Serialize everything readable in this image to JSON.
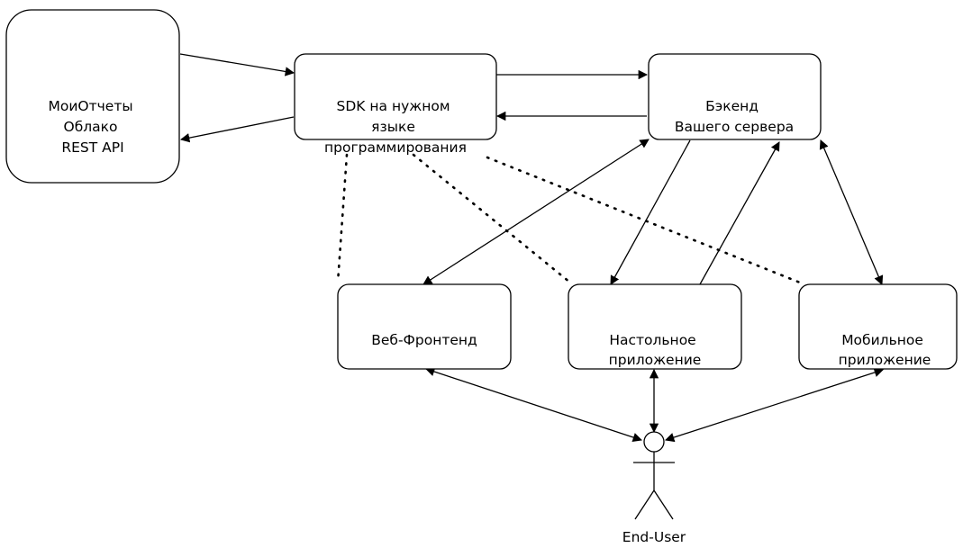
{
  "nodes": {
    "cloud": {
      "lines": [
        "МоиОтчеты",
        "Облако",
        "REST API"
      ]
    },
    "sdk": {
      "lines": [
        "SDK на нужном",
        "языке",
        "программирования"
      ]
    },
    "backend": {
      "lines": [
        "Бэкенд",
        "Вашего сервера"
      ]
    },
    "web": {
      "lines": [
        "Веб-Фронтенд"
      ]
    },
    "desktop": {
      "lines": [
        "Настольное",
        "приложение"
      ]
    },
    "mobile": {
      "lines": [
        "Мобильное",
        "приложение"
      ]
    }
  },
  "actor": {
    "label": "End-User"
  },
  "edges": [
    {
      "id": "cloud-to-sdk",
      "from": "cloud",
      "to": "sdk",
      "style": "solid",
      "arrows": "end"
    },
    {
      "id": "sdk-to-cloud",
      "from": "sdk",
      "to": "cloud",
      "style": "solid",
      "arrows": "end"
    },
    {
      "id": "sdk-to-backend",
      "from": "sdk",
      "to": "backend",
      "style": "solid",
      "arrows": "end"
    },
    {
      "id": "backend-to-sdk",
      "from": "backend",
      "to": "sdk",
      "style": "solid",
      "arrows": "end"
    },
    {
      "id": "backend-web",
      "from": "backend",
      "to": "web",
      "style": "solid",
      "arrows": "both"
    },
    {
      "id": "backend-to-desktop",
      "from": "backend",
      "to": "desktop",
      "style": "solid",
      "arrows": "end"
    },
    {
      "id": "desktop-to-backend",
      "from": "desktop",
      "to": "backend",
      "style": "solid",
      "arrows": "end"
    },
    {
      "id": "backend-mobile",
      "from": "backend",
      "to": "mobile",
      "style": "solid",
      "arrows": "both"
    },
    {
      "id": "sdk-web-dotted",
      "from": "sdk",
      "to": "web",
      "style": "dotted",
      "arrows": "none"
    },
    {
      "id": "sdk-desktop-dotted",
      "from": "sdk",
      "to": "desktop",
      "style": "dotted",
      "arrows": "none"
    },
    {
      "id": "sdk-mobile-dotted",
      "from": "sdk",
      "to": "mobile",
      "style": "dotted",
      "arrows": "none"
    },
    {
      "id": "web-user",
      "from": "web",
      "to": "actor",
      "style": "solid",
      "arrows": "both"
    },
    {
      "id": "desktop-user",
      "from": "desktop",
      "to": "actor",
      "style": "solid",
      "arrows": "both"
    },
    {
      "id": "mobile-user",
      "from": "mobile",
      "to": "actor",
      "style": "solid",
      "arrows": "both"
    }
  ]
}
